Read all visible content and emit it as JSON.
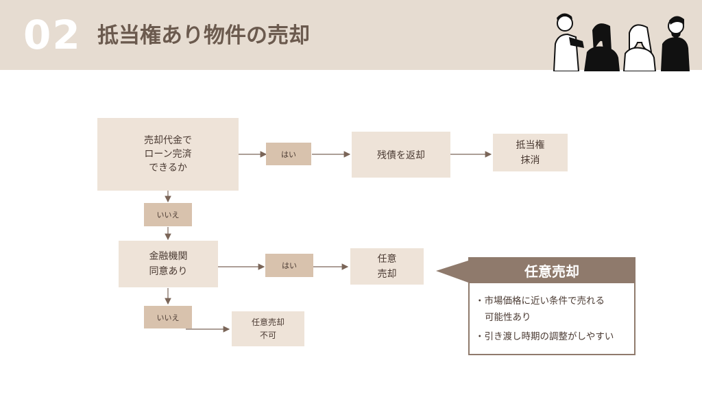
{
  "header": {
    "number": "02",
    "title": "抵当権あり物件の売却"
  },
  "flow": {
    "q1": "売却代金で\nローン完済\nできるか",
    "yes1": "はい",
    "repay": "残債を返却",
    "release": "抵当権\n抹消",
    "no1": "いいえ",
    "q2": "金融機関\n同意あり",
    "yes2": "はい",
    "voluntary": "任意\n売却",
    "no2": "いいえ",
    "impossible": "任意売却\n不可"
  },
  "callout": {
    "title": "任意売却",
    "bullets": [
      {
        "marker": "・",
        "line1": "市場価格に近い条件で売れる",
        "line2": "可能性あり"
      },
      {
        "marker": "・",
        "line1": "引き渡し時期の調整がしやすい"
      }
    ]
  },
  "colors": {
    "header_bg": "#e6dcd1",
    "box_bg": "#eee3d8",
    "label_bg": "#d8c2ad",
    "callout": "#8f7a6c"
  }
}
